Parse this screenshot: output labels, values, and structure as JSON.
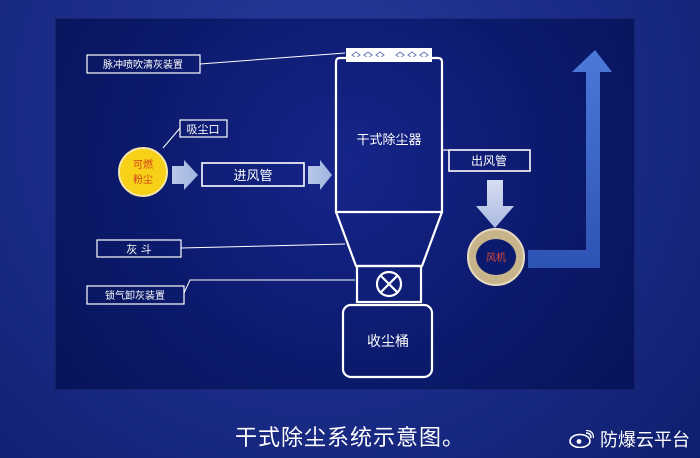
{
  "labels": {
    "pulse_jet": "脉冲喷吹清灰装置",
    "suction_port": "吸尘口",
    "combustible_dust_line1": "可燃",
    "combustible_dust_line2": "粉尘",
    "inlet_pipe": "进风管",
    "dust_collector": "干式除尘器",
    "outlet_pipe": "出风管",
    "hopper": "灰 斗",
    "airlock": "锁气卸灰装置",
    "fan": "风机",
    "dust_bin": "收尘桶"
  },
  "caption": "干式除尘系统示意图。",
  "watermark": "防爆云平台",
  "colors": {
    "panel_bg": "#0c1a6d",
    "line": "#ffffff",
    "arrow_light": "#8ea8d8",
    "up_arrow": "#3b63c8",
    "dust_fill": "#f7d117",
    "fan_ring": "#c8b48a"
  }
}
